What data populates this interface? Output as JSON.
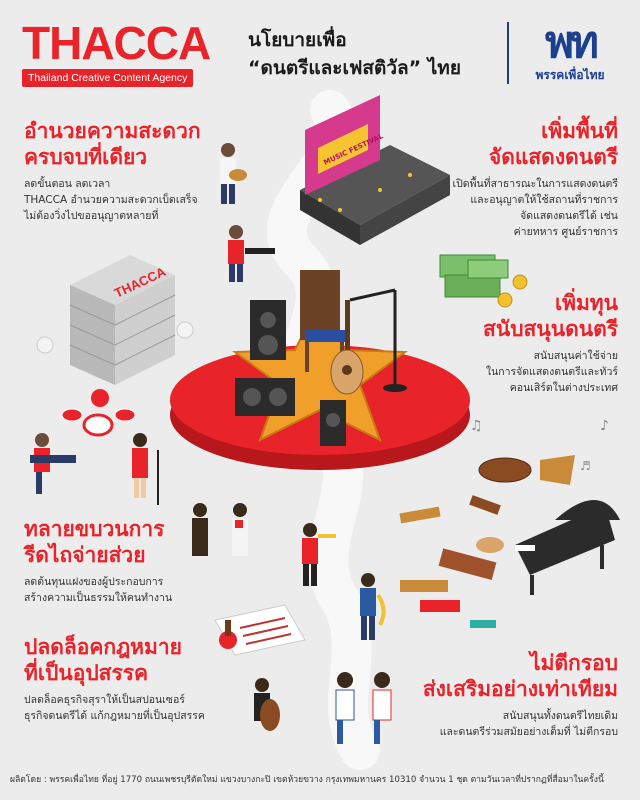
{
  "header": {
    "logo_text": "THACCA",
    "logo_sub": "Thailand Creative Content Agency",
    "title_line1": "นโยบายเพื่อ",
    "title_line2": "“ดนตรีและเฟสติวัล” ไทย",
    "party_mark": "พท",
    "party_name": "พรรคเพื่อไทย"
  },
  "illustration": {
    "building_sign": "THACCA",
    "festival_sign": "MUSIC FESTIVAL"
  },
  "sections": [
    {
      "h1": "อำนวยความสะดวก",
      "h2": "ครบจบที่เดียว",
      "lines": [
        "ลดขั้นตอน ลดเวลา",
        "THACCA อำนวยความสะดวกเบ็ดเสร็จ",
        "ไม่ต้องวิ่งไปขออนุญาตหลายที่"
      ]
    },
    {
      "h1": "เพิ่มพื้นที่",
      "h2": "จัดแสดงดนตรี",
      "lines": [
        "เปิดพื้นที่สาธารณะในการแสดงดนตรี",
        "และอนุญาตให้ใช้สถานที่ราชการ",
        "จัดแสดงดนตรีได้ เช่น",
        "ค่ายทหาร ศูนย์ราชการ"
      ]
    },
    {
      "h1": "เพิ่มทุน",
      "h2": "สนับสนุนดนตรี",
      "lines": [
        "สนับสนุนค่าใช้จ่าย",
        "ในการจัดแสดงดนตรีและทัวร์",
        "คอนเสิร์ตในต่างประเทศ"
      ]
    },
    {
      "h1": "ทลายขบวนการ",
      "h2": "รีดไถจ่ายส่วย",
      "lines": [
        "ลดต้นทุนแฝงของผู้ประกอบการ",
        "สร้างความเป็นธรรมให้คนทำงาน"
      ]
    },
    {
      "h1": "ปลดล็อคกฎหมาย",
      "h2": "ที่เป็นอุปสรรค",
      "lines": [
        "ปลดล็อคธุรกิจสุราให้เป็นสปอนเซอร์",
        "ธุรกิจดนตรีได้ แก้กฎหมายที่เป็นอุปสรรค"
      ]
    },
    {
      "h1": "ไม่ตีกรอบ",
      "h2": "ส่งเสริมอย่างเท่าเทียม",
      "lines": [
        "สนับสนุนทั้งดนตรีไทยเดิม",
        "และดนตรีร่วมสมัยอย่างเต็มที่ ไม่ตีกรอบ"
      ]
    }
  ],
  "footer": "ผลิตโดย : พรรคเพื่อไทย ที่อยู่ 1770 ถนนเพชรบุรีตัดใหม่ แขวงบางกะปิ เขตห้วยขวาง กรุงเทพมหานคร 10310 จำนวน 1 ชุด ตามวันเวลาที่ปรากฏที่สื่อมาในครั้งนี้",
  "colors": {
    "accent": "#e8232a",
    "party_blue": "#1c3f8f",
    "star": "#f0a02a",
    "background": "#ececec"
  }
}
